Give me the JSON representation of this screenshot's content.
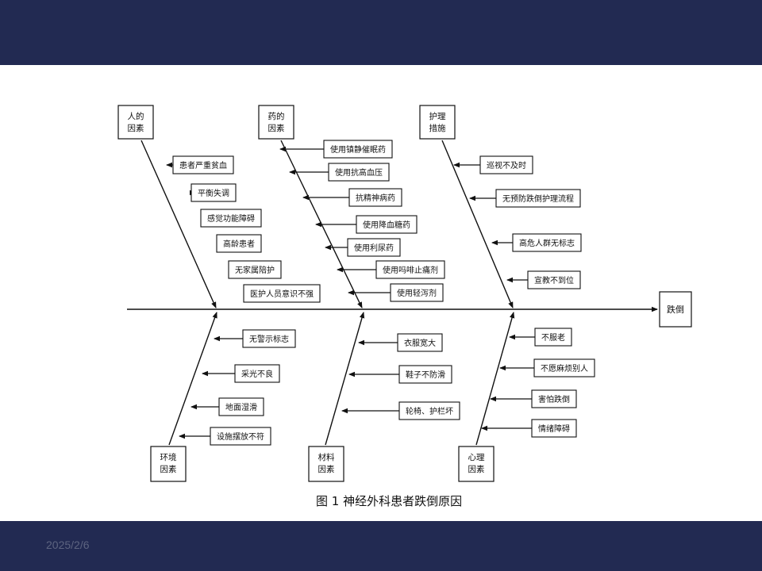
{
  "slide": {
    "date": "2025/2/6"
  },
  "diagram": {
    "effect": "跌倒",
    "caption": "图 1   神经外科患者跌倒原因",
    "branches": [
      {
        "id": "b1",
        "title": [
          "人的",
          "因素"
        ],
        "causes": [
          "患者严重贫血",
          "平衡失调",
          "感觉功能障碍",
          "高龄患者",
          "无家属陪护",
          "医护人员意识不强"
        ]
      },
      {
        "id": "b2",
        "title": [
          "药的",
          "因素"
        ],
        "causes": [
          "使用镇静催眠药",
          "使用抗高血压",
          "抗精神病药",
          "使用降血糖药",
          "使用利尿药",
          "使用吗啡止痛剂",
          "使用轻泻剂"
        ]
      },
      {
        "id": "b3",
        "title": [
          "护理",
          "措施"
        ],
        "causes": [
          "巡视不及时",
          "无预防跌倒护理流程",
          "高危人群无标志",
          "宣教不到位"
        ]
      },
      {
        "id": "b4",
        "title": [
          "环境",
          "因素"
        ],
        "causes": [
          "无警示标志",
          "采光不良",
          "地面湿滑",
          "设施摆放不符"
        ]
      },
      {
        "id": "b5",
        "title": [
          "材料",
          "因素"
        ],
        "causes": [
          "衣服宽大",
          "鞋子不防滑",
          "轮椅、护栏坏"
        ]
      },
      {
        "id": "b6",
        "title": [
          "心理",
          "因素"
        ],
        "causes": [
          "不服老",
          "不愿麻烦别人",
          "害怕跌倒",
          "情绪障碍"
        ]
      }
    ]
  }
}
